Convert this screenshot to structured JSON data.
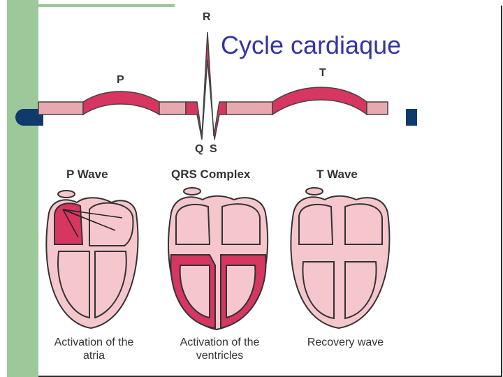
{
  "title": "Cycle cardiaque",
  "ecg_labels": {
    "p": "P",
    "q": "Q",
    "r": "R",
    "s": "S",
    "t": "T"
  },
  "panels": [
    {
      "heading": "P Wave",
      "caption_line1": "Activation of the",
      "caption_line2": "atria"
    },
    {
      "heading": "QRS Complex",
      "caption_line1": "Activation of the",
      "caption_line2": "ventricles"
    },
    {
      "heading": "T Wave",
      "caption_line1": "Recovery wave",
      "caption_line2": ""
    }
  ],
  "colors": {
    "title": "#3333aa",
    "band": "#e8a8b0",
    "active": "#d6365f",
    "heart_fill": "#f5c7cc",
    "heart_outline": "#333333",
    "slide_accent": "#9cc89a",
    "navy": "#0f3a6b"
  }
}
